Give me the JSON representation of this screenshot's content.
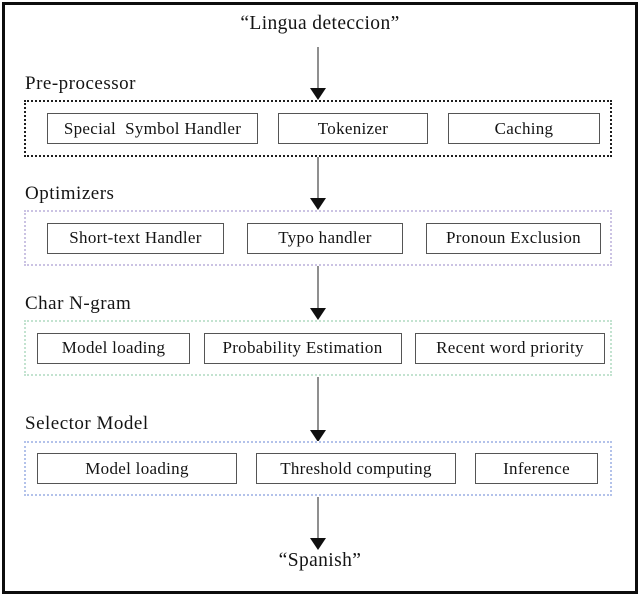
{
  "diagram": {
    "input_label": "“Lingua deteccion”",
    "output_label": "“Spanish”",
    "colors": {
      "frame": "#0d0d0d",
      "preprocessor_border": "#1f1f1f",
      "optimizers_border": "#cbc3e3",
      "char_ngram_border": "#c3e3d0",
      "selector_model_border": "#b3c2ea",
      "component_border": "#555555",
      "arrow_line": "#8f8f8f",
      "arrow_head": "#0f0f0f",
      "text": "#141414"
    },
    "sections": [
      {
        "title": "Pre-processor",
        "items": [
          "Special  Symbol Handler",
          "Tokenizer",
          "Caching"
        ]
      },
      {
        "title": "Optimizers",
        "items": [
          "Short-text Handler",
          "Typo handler",
          "Pronoun Exclusion"
        ]
      },
      {
        "title": "Char N-gram",
        "items": [
          "Model loading",
          "Probability Estimation",
          "Recent word priority"
        ]
      },
      {
        "title": "Selector Model",
        "items": [
          "Model loading",
          "Threshold computing",
          "Inference"
        ]
      }
    ]
  }
}
